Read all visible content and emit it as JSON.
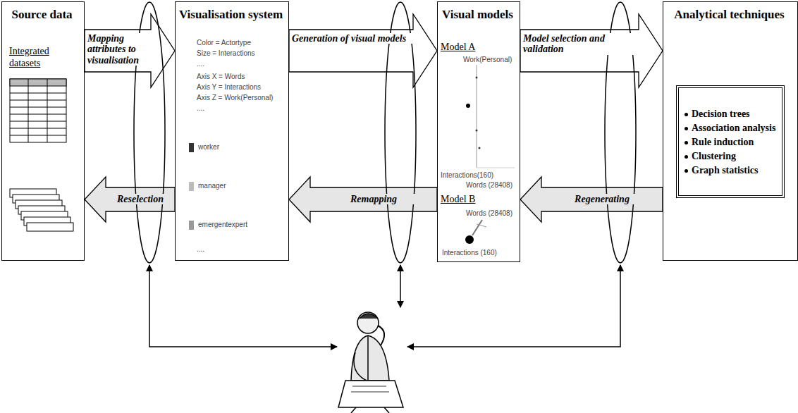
{
  "diagram": {
    "nodes": [
      {
        "text": [
          "Source data",
          "Integrated datasets"
        ]
      },
      {
        "text": [
          "Visualisation system",
          "Color = Actortype",
          "Size = Interactions",
          "....",
          "Axis X = Words",
          "Axis Y = Interactions",
          "Axis Z = Work(Personal)",
          "....",
          "worker",
          "manager",
          "emergentexpert",
          "...."
        ]
      },
      {
        "text": [
          "Visual models",
          "Model A",
          "Work(Personal)",
          "Interactions(160)",
          "Words (28408)",
          "Model B",
          "Words (28408)",
          "Interactions (160)"
        ]
      },
      {
        "text": [
          "Analytical techniques"
        ]
      },
      {
        "text": [
          "Decision trees",
          "Association analysis",
          "Rule induction",
          "Clustering",
          "Graph statistics"
        ],
        "in": 3
      }
    ],
    "edges": [
      {
        "from": 0,
        "to": 1,
        "arrow": "to",
        "label": "Mapping attributes to visualisation"
      },
      {
        "from": 1,
        "to": 2,
        "arrow": "to",
        "label": "Generation of visual models"
      },
      {
        "from": 2,
        "to": 3,
        "arrow": "to",
        "label": "Model selection and validation"
      },
      {
        "from": 1,
        "to": 0,
        "arrow": "to",
        "label": "Reselection"
      },
      {
        "from": 2,
        "to": 1,
        "arrow": "to",
        "label": "Remapping"
      },
      {
        "from": 3,
        "to": 2,
        "arrow": "to",
        "label": "Regenerating"
      }
    ]
  }
}
